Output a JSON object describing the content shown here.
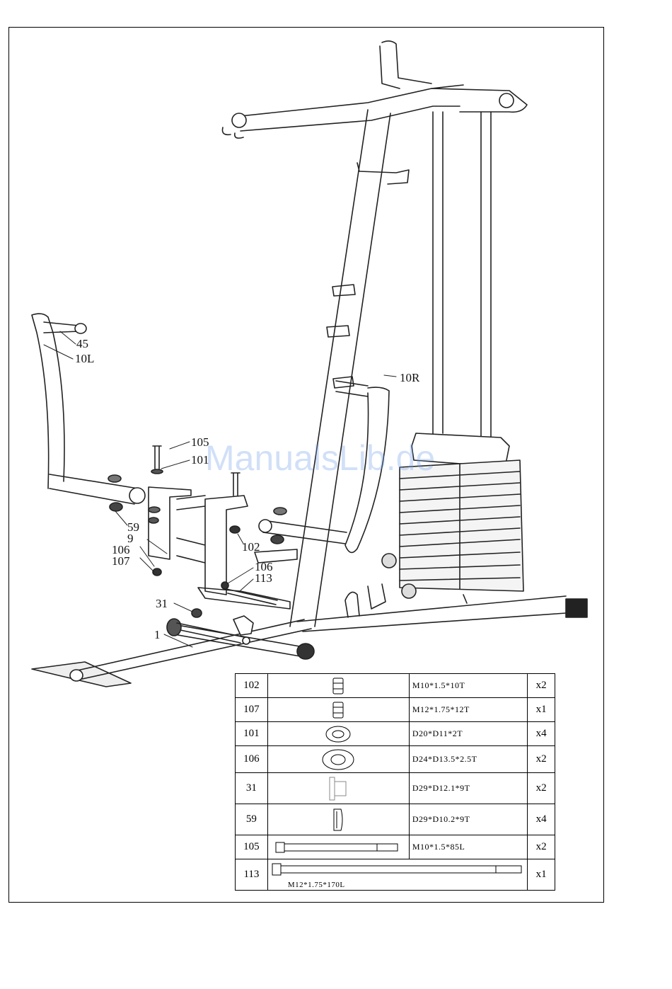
{
  "watermark": "ManualsLib.de",
  "labels": {
    "l45": "45",
    "l10L": "10L",
    "l10R": "10R",
    "l105": "105",
    "l101": "101",
    "l59": "59",
    "l9": "9",
    "l106a": "106",
    "l107": "107",
    "l102": "102",
    "l106b": "106",
    "l113": "113",
    "l31": "31",
    "l1": "1"
  },
  "parts": [
    {
      "no": "102",
      "icon": "hex-nut-icon",
      "spec": "M10*1.5*10T",
      "qty": "x2"
    },
    {
      "no": "107",
      "icon": "hex-nut-icon",
      "spec": "M12*1.75*12T",
      "qty": "x1"
    },
    {
      "no": "101",
      "icon": "flat-washer-icon",
      "spec": "D20*D11*2T",
      "qty": "x4"
    },
    {
      "no": "106",
      "icon": "flat-washer-icon",
      "spec": "D24*D13.5*2.5T",
      "qty": "x2"
    },
    {
      "no": "31",
      "icon": "bushing-icon",
      "spec": "D29*D12.1*9T",
      "qty": "x2"
    },
    {
      "no": "59",
      "icon": "bushing-icon",
      "spec": "D29*D10.2*9T",
      "qty": "x4"
    },
    {
      "no": "105",
      "icon": "bolt-icon",
      "spec": "M10*1.5*85L",
      "qty": "x2"
    },
    {
      "no": "113",
      "icon": "bolt-icon",
      "spec": "M12*1.75*170L",
      "qty": "x1"
    }
  ]
}
